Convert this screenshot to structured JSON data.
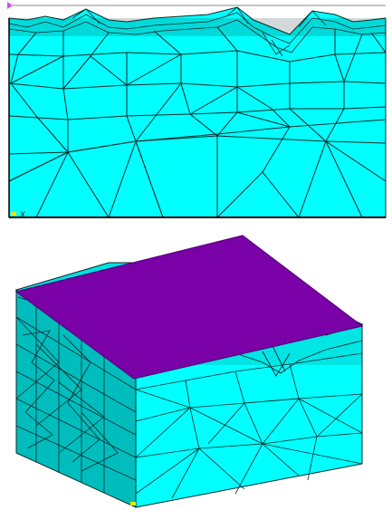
{
  "figure": {
    "panels": [
      {
        "id": "top-view",
        "description_key": "side-view"
      },
      {
        "id": "iso-view",
        "description_key": "isometric-view"
      }
    ]
  },
  "colors": {
    "mesh_fill": "#00ffff",
    "mesh_fill_shaded": "#00bdbd",
    "mesh_line": "#0a2a2a",
    "plane_fill": "#7a00a8",
    "plane_edge": "#55007a",
    "axis_marker": "#c850ff",
    "axis_triad": "#e6e600"
  },
  "axis_labels": {
    "top_corner": "X"
  }
}
